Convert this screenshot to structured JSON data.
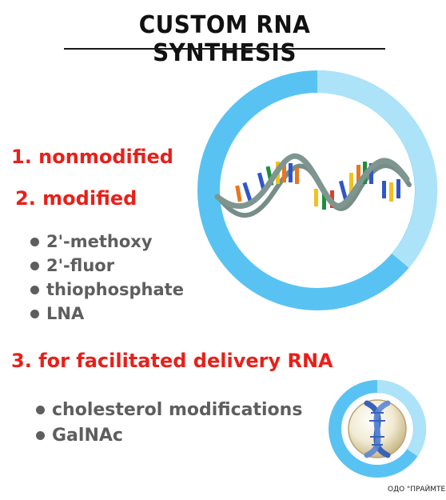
{
  "title": "CUSTOM RNA SYNTHESIS",
  "items": {
    "one": "1. nonmodified",
    "two": "2. modified",
    "two_sub": [
      "2'-methoxy",
      "2'-fluor",
      "thiophosphate",
      "LNA"
    ],
    "three": "3. for facilitated delivery RNA",
    "three_sub": [
      "cholesterol modifications",
      "GalNAc"
    ]
  },
  "credit": "ОДО \"ПРАЙМТЕХ",
  "colors": {
    "heading_red": "#e8201a",
    "body_grey": "#5e5e5e",
    "ring_dark": "#58c3f2",
    "ring_light": "#ade3f8"
  },
  "icons": {
    "big_ring": "rna-double-helix-illustration",
    "small_ring": "dna-helix-sphere-illustration"
  }
}
